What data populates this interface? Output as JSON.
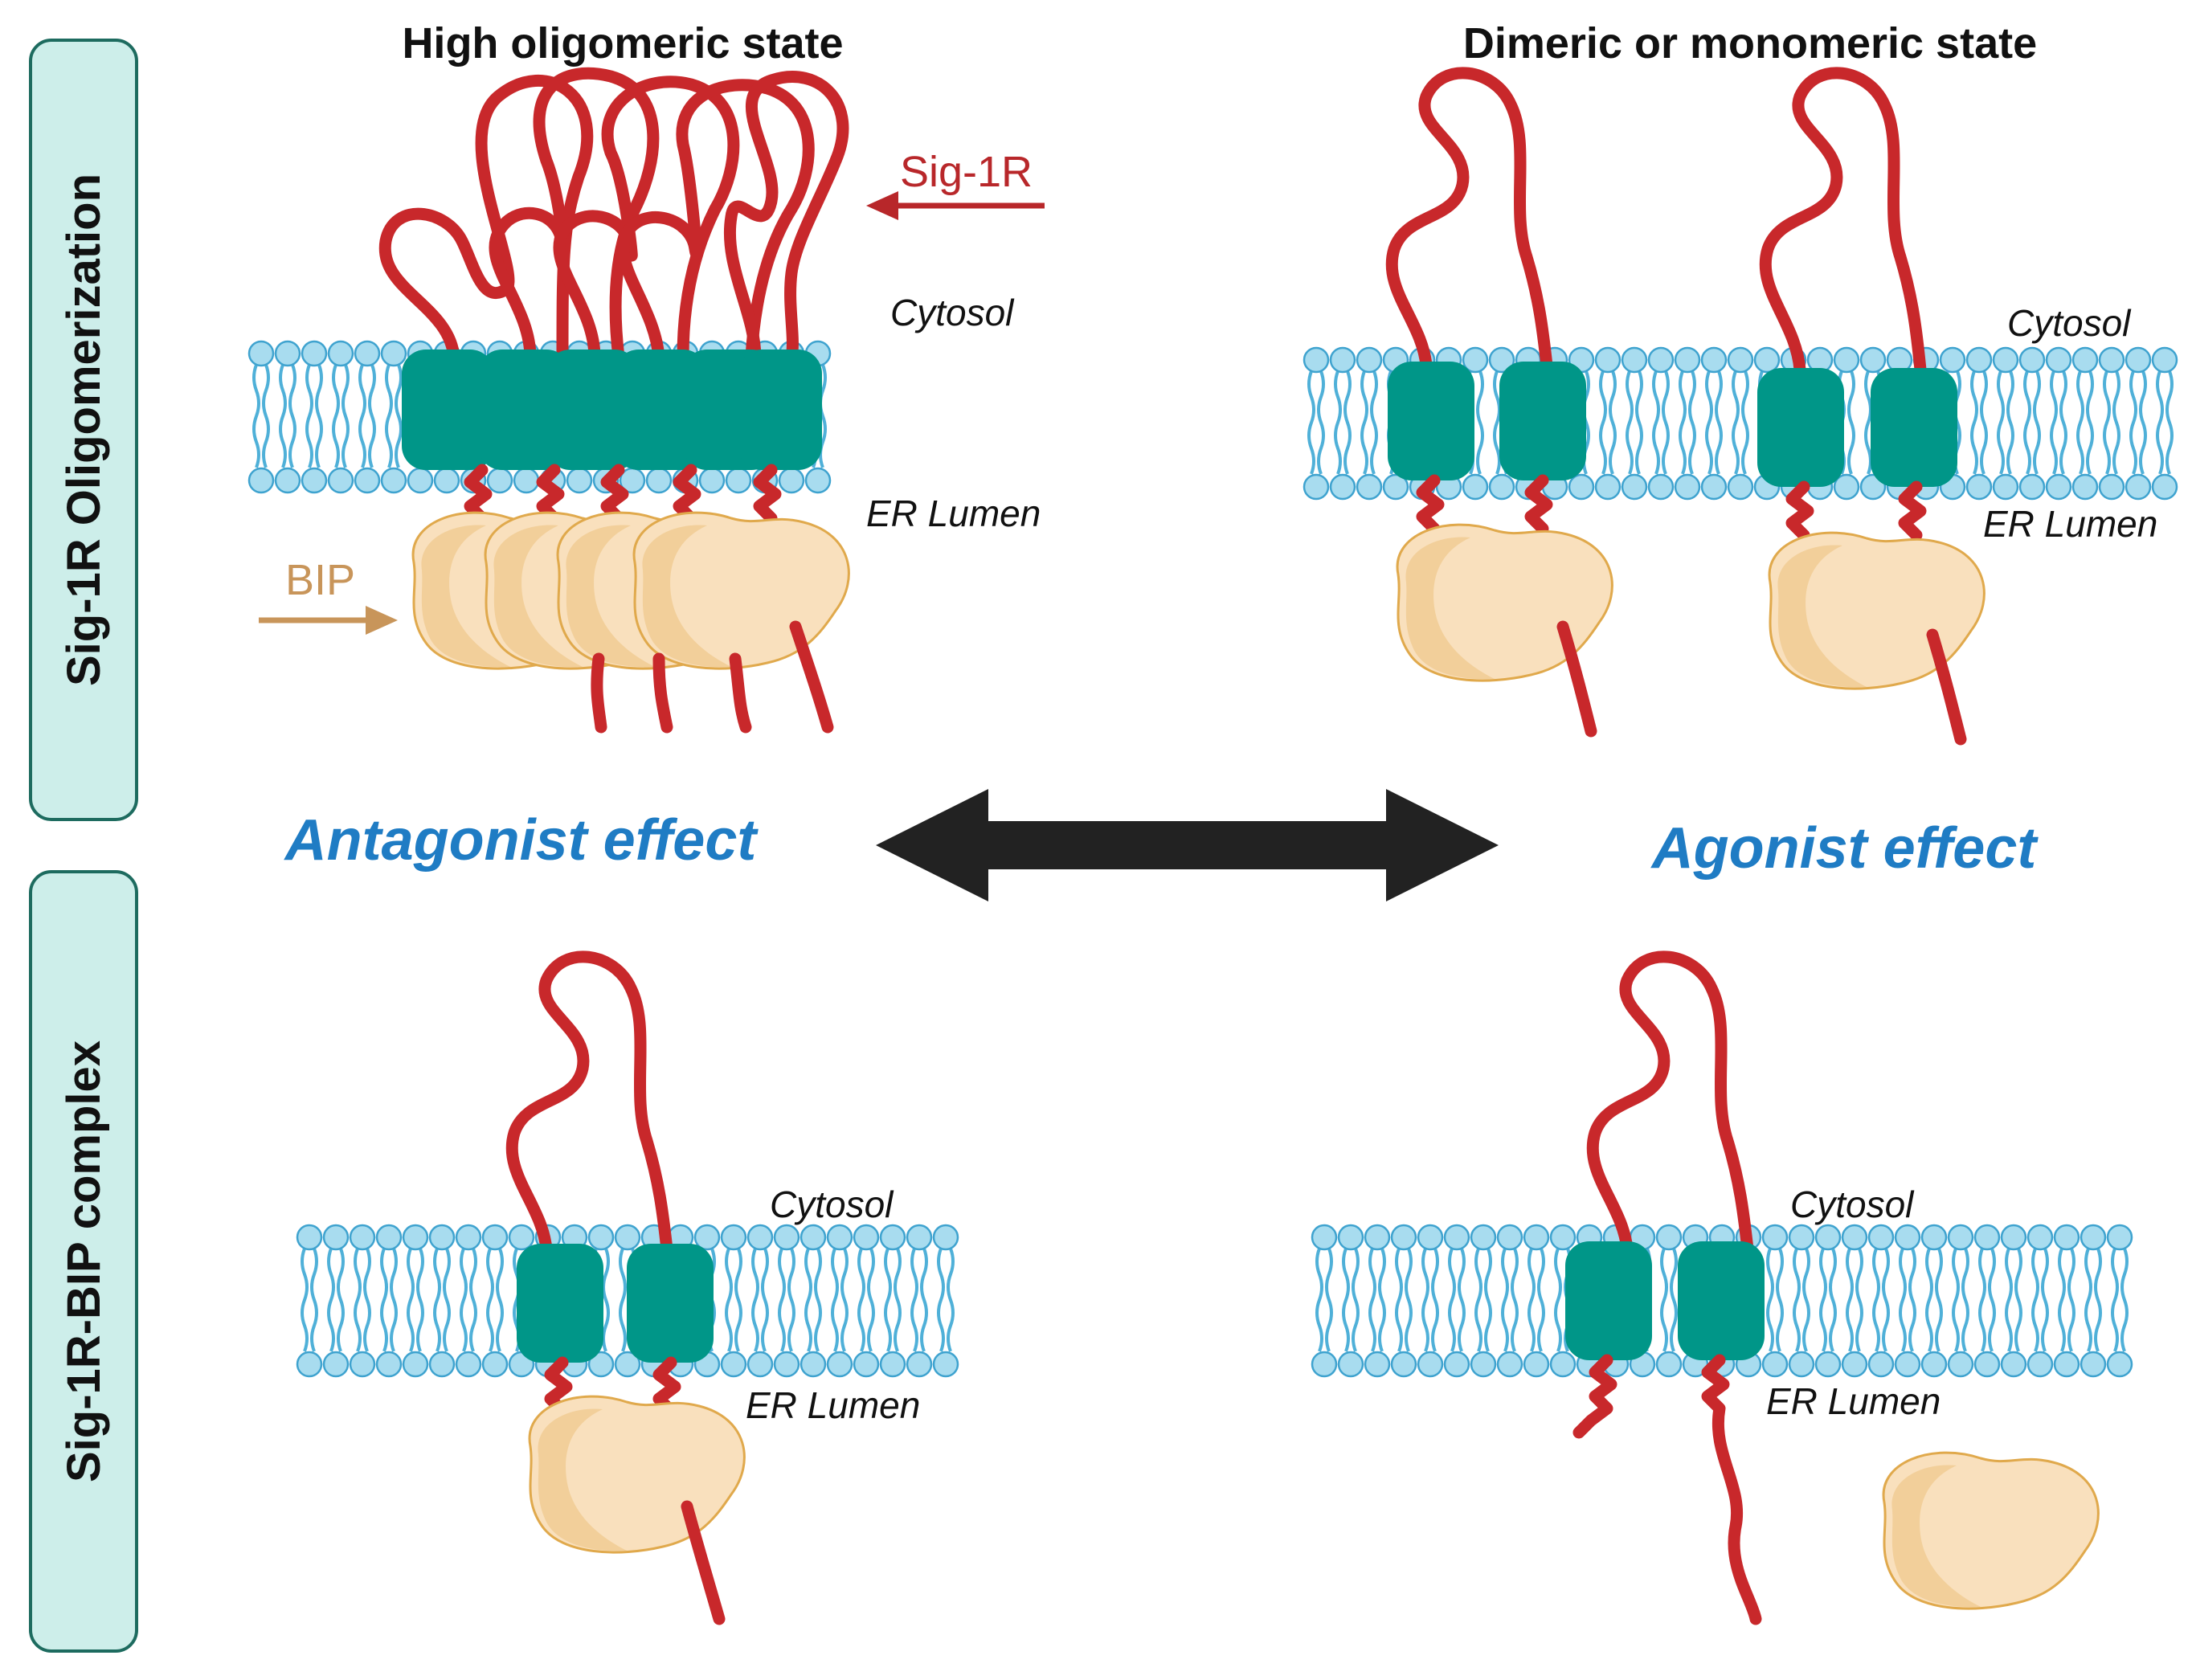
{
  "side_labels": {
    "top": "Sig-1R Oligomerization",
    "bottom": "Sig-1R-BIP complex"
  },
  "titles": {
    "left": "High oligomeric state",
    "right": "Dimeric or monomeric state"
  },
  "compartments": {
    "cytosol": "Cytosol",
    "lumen": "ER Lumen"
  },
  "callouts": {
    "sig1r": "Sig-1R",
    "bip": "BIP"
  },
  "effects": {
    "left": "Antagonist effect",
    "right": "Agonist effect"
  },
  "colors": {
    "protein_chain": "#c8282b",
    "transmembrane": "#009688",
    "membrane": "#a8dcef",
    "bip": "#f9e0bd",
    "effect_text": "#1f7cc4",
    "sig1r_callout": "#b8272a",
    "bip_callout": "#c8955a",
    "side_tab_fill": "#cdeeea",
    "arrow": "#222222"
  }
}
